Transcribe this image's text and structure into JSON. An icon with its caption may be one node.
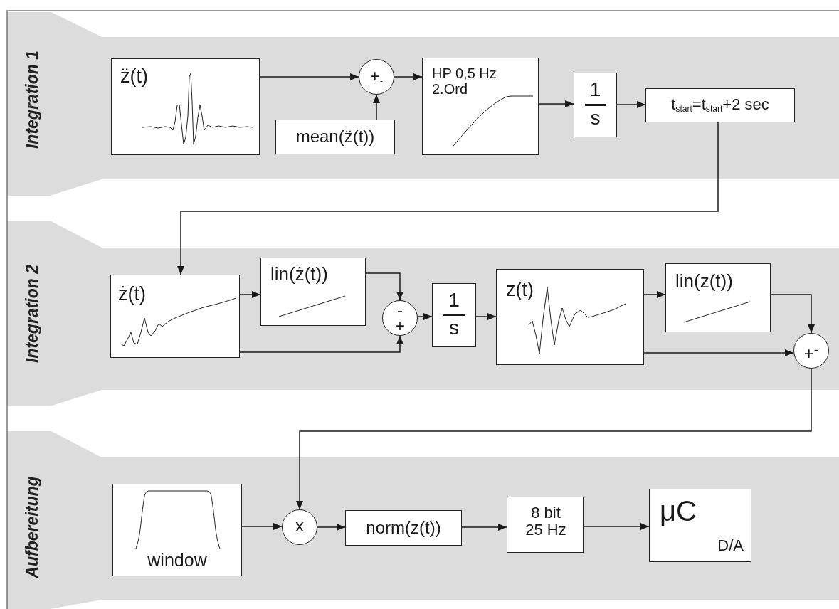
{
  "diagram": {
    "nodes": [
      {
        "text": [
          "Integration 1"
        ]
      },
      {
        "text": [
          "z̈(t)"
        ],
        "in": 0
      },
      {
        "text": [
          "+$_{-}$"
        ],
        "in": 0
      },
      {
        "text": [
          "mean(z̈(t))"
        ],
        "in": 0
      },
      {
        "text": [
          "HP 0,5 Hz 2.Ord"
        ],
        "in": 0
      },
      {
        "text": [
          "1",
          "s"
        ],
        "in": 0
      },
      {
        "text": [
          "t$_{start}$=t$_{start}$+2 sec"
        ],
        "in": 0
      },
      {
        "text": [
          "Integration 2"
        ]
      },
      {
        "text": [
          "ż(t)"
        ],
        "in": 7
      },
      {
        "text": [
          "lin(ż(t))"
        ],
        "in": 7
      },
      {
        "text": [
          "-",
          "+"
        ],
        "in": 7
      },
      {
        "text": [
          "1",
          "s"
        ],
        "in": 7
      },
      {
        "text": [
          "z(t)"
        ],
        "in": 7
      },
      {
        "text": [
          "lin(z(t))"
        ],
        "in": 7
      },
      {
        "text": [
          "+$^{-}$"
        ],
        "in": 7
      },
      {
        "text": [
          "Aufbereitung"
        ]
      },
      {
        "text": [
          "window"
        ],
        "in": 15
      },
      {
        "text": [
          "x"
        ],
        "in": 15
      },
      {
        "text": [
          "norm(z(t))"
        ],
        "in": 15
      },
      {
        "text": [
          "8 bit 25 Hz"
        ],
        "in": 15
      },
      {
        "text": [
          "μC",
          "D/A"
        ],
        "in": 15
      }
    ],
    "edges": [
      {
        "from": 1,
        "to": 2,
        "arrow": "to"
      },
      {
        "from": 3,
        "to": 2,
        "arrow": "to"
      },
      {
        "from": 2,
        "to": 4,
        "arrow": "to"
      },
      {
        "from": 4,
        "to": 5,
        "arrow": "to"
      },
      {
        "from": 5,
        "to": 6,
        "arrow": "to"
      },
      {
        "from": 6,
        "to": 8,
        "arrow": "to"
      },
      {
        "from": 8,
        "to": 9,
        "arrow": "to"
      },
      {
        "from": 9,
        "to": 10,
        "arrow": "to"
      },
      {
        "from": 8,
        "to": 10,
        "arrow": "to"
      },
      {
        "from": 10,
        "to": 11,
        "arrow": "to"
      },
      {
        "from": 11,
        "to": 12,
        "arrow": "to"
      },
      {
        "from": 12,
        "to": 13,
        "arrow": "to"
      },
      {
        "from": 13,
        "to": 14,
        "arrow": "to"
      },
      {
        "from": 12,
        "to": 14,
        "arrow": "to"
      },
      {
        "from": 14,
        "to": 17,
        "arrow": "to"
      },
      {
        "from": 16,
        "to": 17,
        "arrow": "to"
      },
      {
        "from": 17,
        "to": 18,
        "arrow": "to"
      },
      {
        "from": 18,
        "to": 19,
        "arrow": "to"
      },
      {
        "from": 19,
        "to": 20,
        "arrow": "to"
      }
    ]
  }
}
